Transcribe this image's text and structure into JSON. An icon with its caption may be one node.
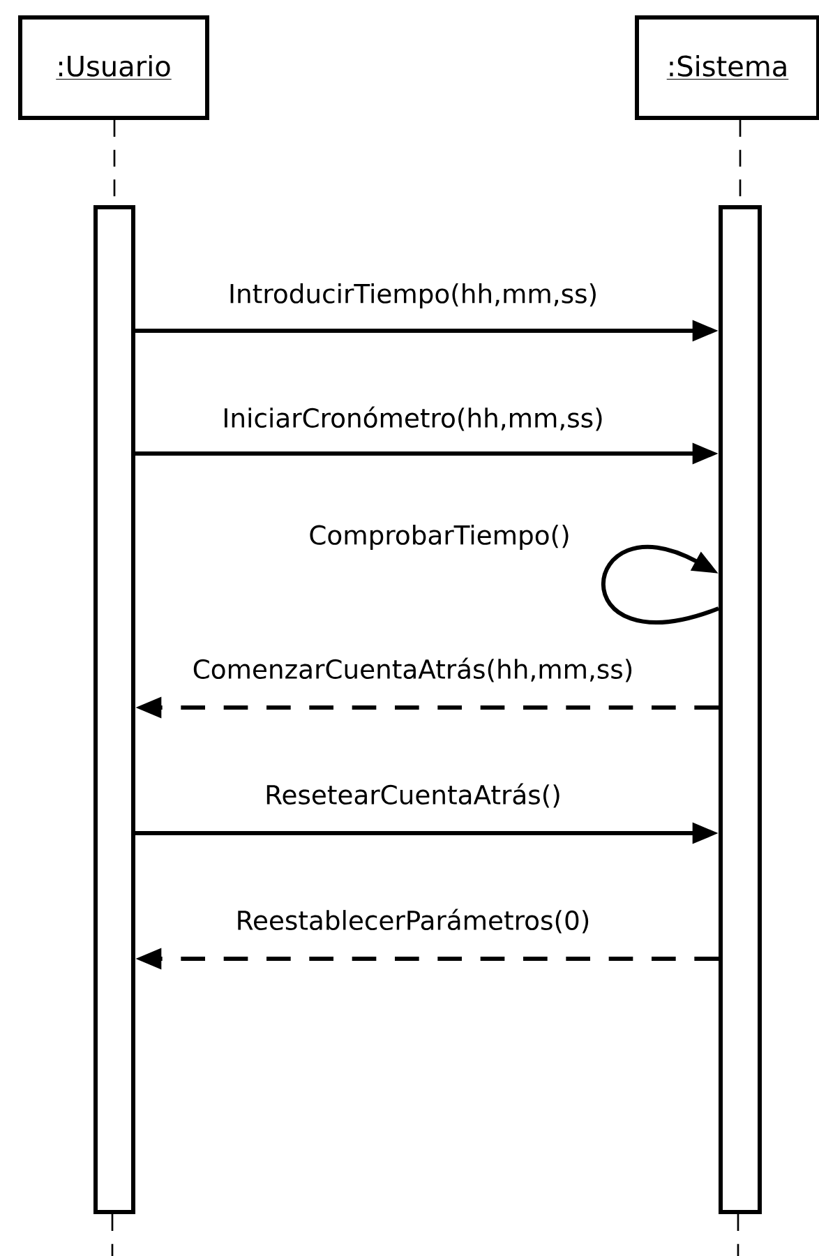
{
  "diagram": {
    "nodes": [
      {
        "text": [
          ":Usuario"
        ]
      },
      {
        "text": [
          ":Sistema"
        ]
      },
      {
        "text": [],
        "shape": "bar"
      },
      {
        "text": [],
        "shape": "bar"
      }
    ],
    "edges": [
      {
        "from": 0,
        "to": 2,
        "arrow": "none",
        "style": "dashed"
      },
      {
        "from": 1,
        "to": 3,
        "arrow": "none",
        "style": "dashed"
      },
      {
        "from": 2,
        "to": 3,
        "arrow": "to",
        "label": "IntroducirTiempo(hh,mm,ss)"
      },
      {
        "from": 2,
        "to": 3,
        "arrow": "to",
        "label": "IniciarCronómetro(hh,mm,ss)"
      },
      {
        "from": 3,
        "to": 3,
        "arrow": "to",
        "label": "ComprobarTiempo()"
      },
      {
        "from": 3,
        "to": 2,
        "arrow": "to",
        "style": "dashed",
        "label": "ComenzarCuentaAtrás(hh,mm,ss)"
      },
      {
        "from": 2,
        "to": 3,
        "arrow": "to",
        "label": "ResetearCuentaAtrás()"
      },
      {
        "from": 3,
        "to": 2,
        "arrow": "to",
        "style": "dashed",
        "label": "ReestablecerParámetros(0)"
      }
    ]
  }
}
